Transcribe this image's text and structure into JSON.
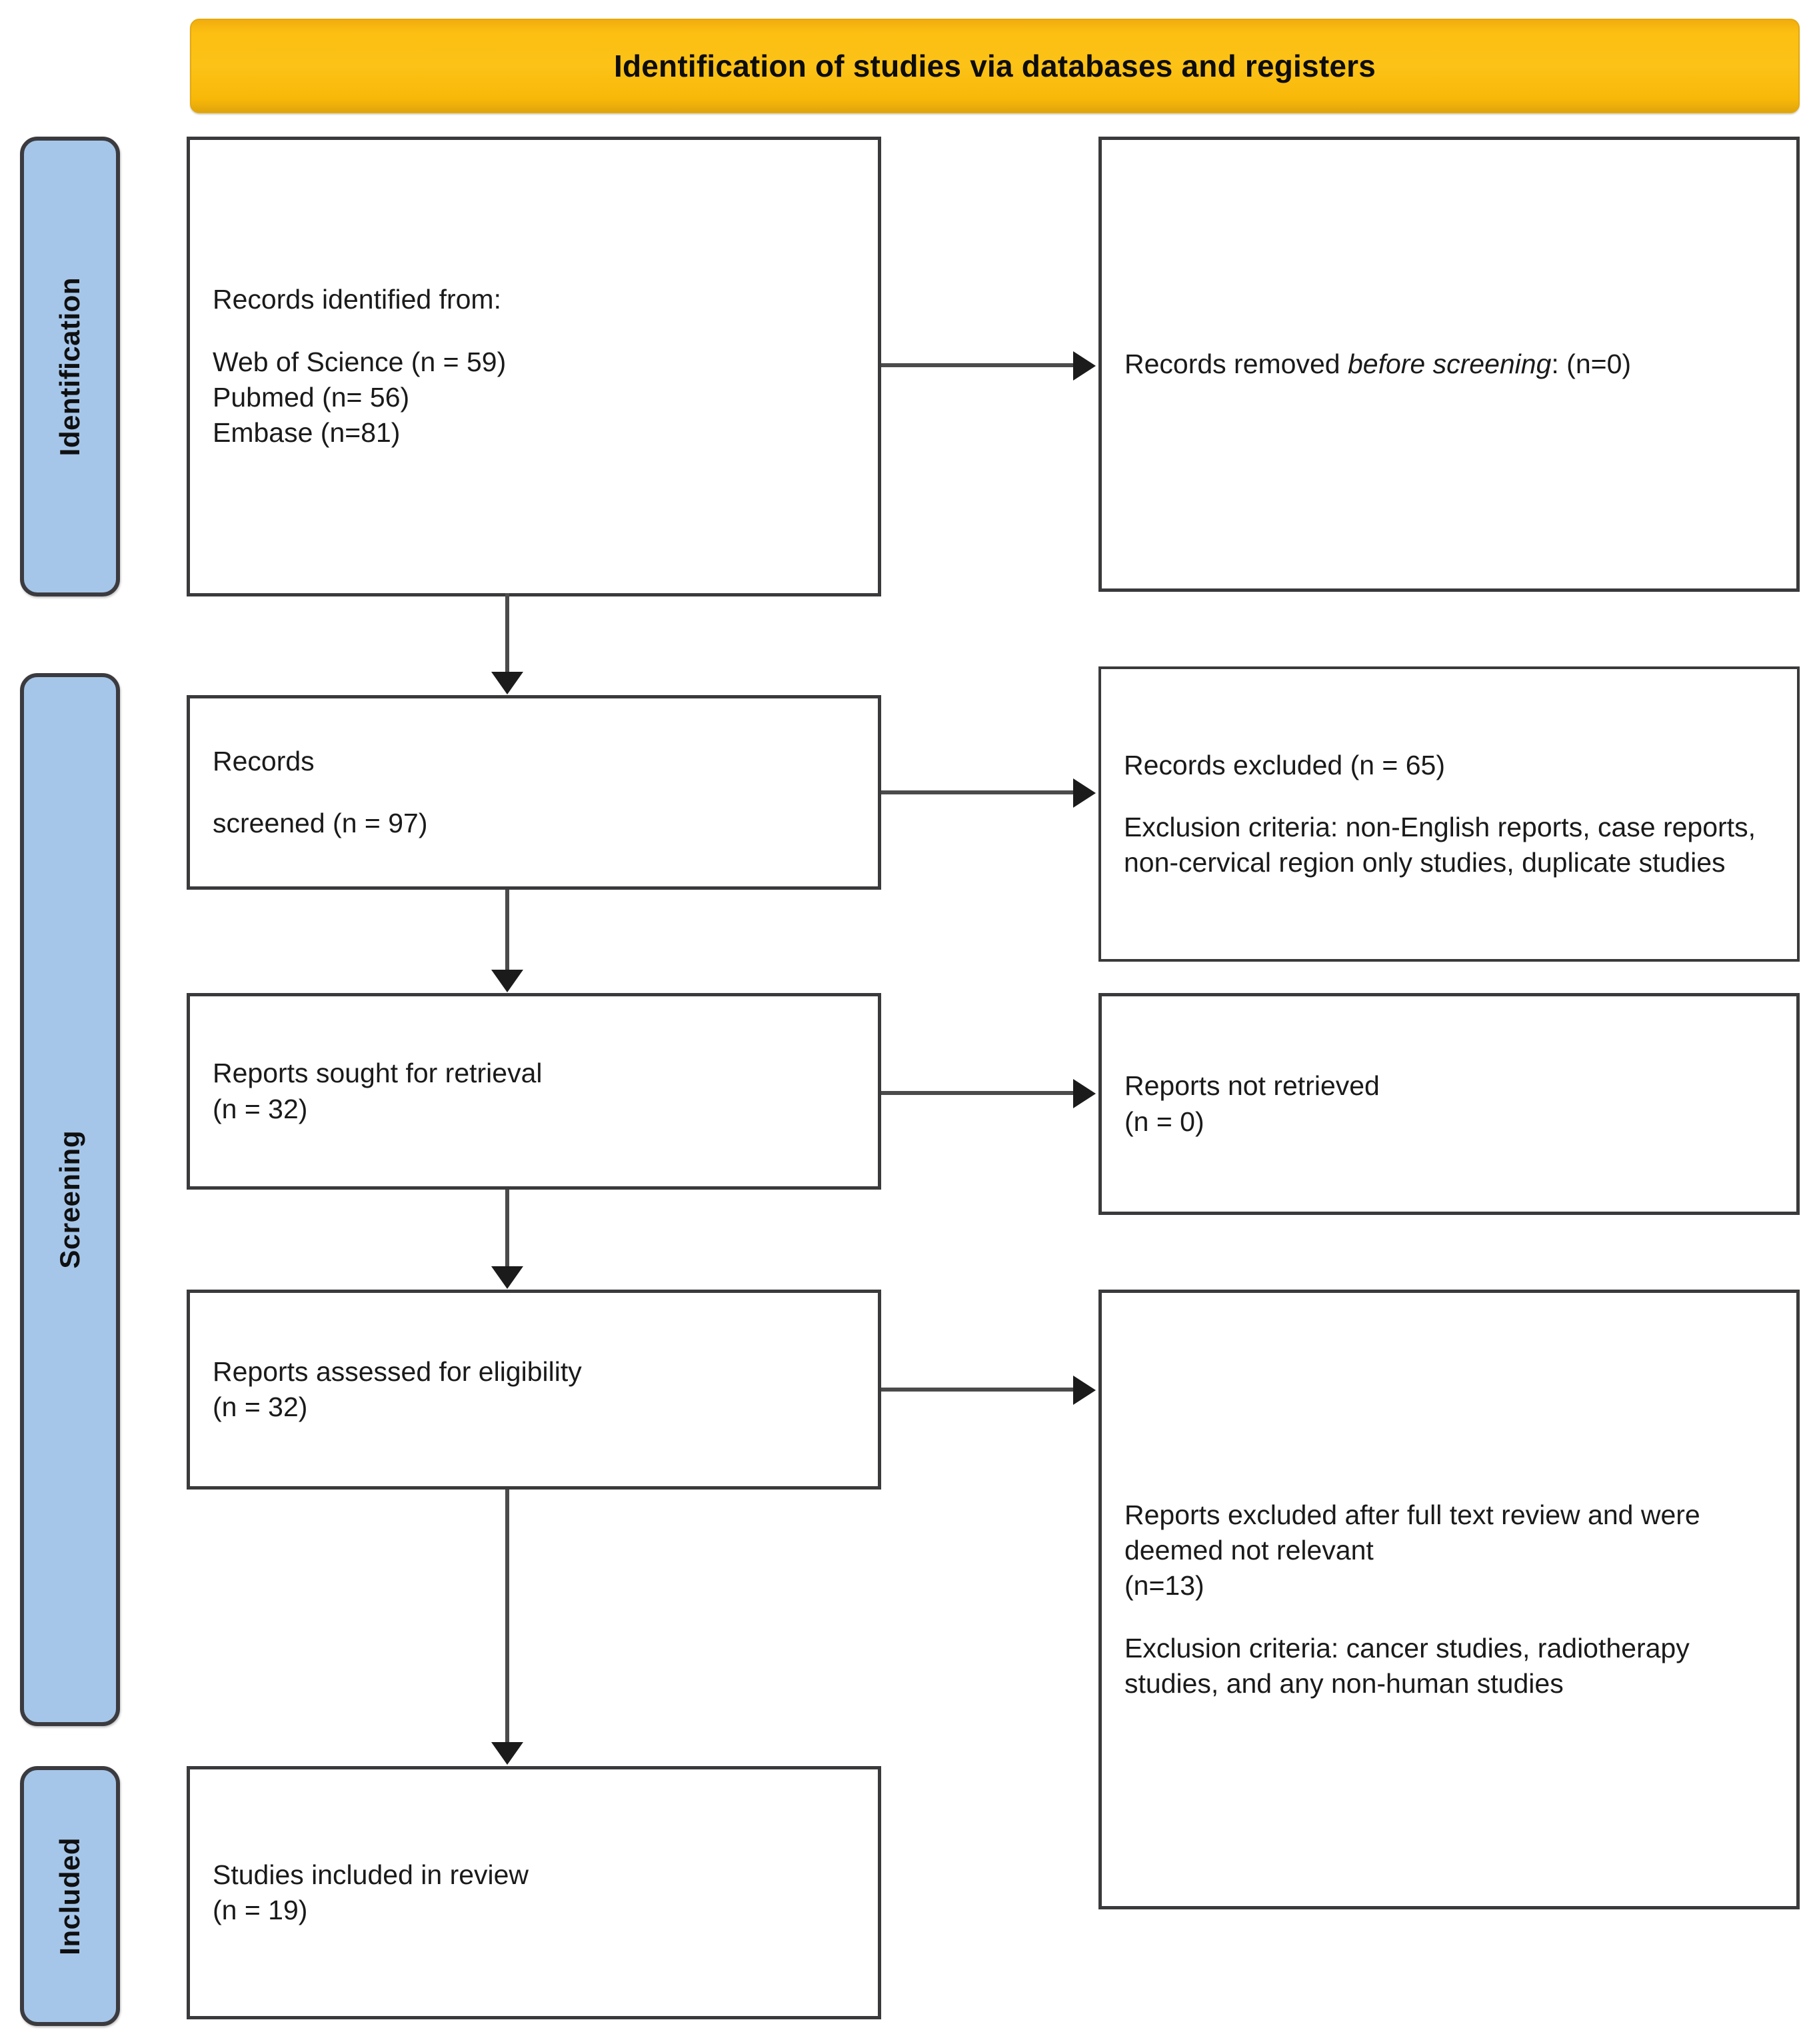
{
  "diagram": {
    "type": "prisma-flow-diagram",
    "banner_title": "Identification of studies via databases and registers",
    "accent_color": "#fcc217",
    "phase_color": "#a5c6e9",
    "border_color": "#3a3a3c"
  },
  "phases": [
    {
      "id": "identification",
      "label": "Identification"
    },
    {
      "id": "screening",
      "label": "Screening"
    },
    {
      "id": "included",
      "label": "Included"
    }
  ],
  "boxes": {
    "identified": {
      "line1": "Records identified from:",
      "line2": "Web of Science (n = 59)",
      "line3": "Pubmed (n= 56)",
      "line4": "Embase (n=81)"
    },
    "removed": {
      "lead": "Records removed ",
      "emphasis": "before screening",
      "trail": ": (n=0)"
    },
    "screened": {
      "line1": "Records",
      "line2": "screened (n = 97)"
    },
    "excluded": {
      "line1": "Records excluded (n = 65)",
      "line2": "Exclusion criteria: non-English reports, case reports, non-cervical region only studies, duplicate studies"
    },
    "sought": {
      "line1": "Reports sought for retrieval",
      "line2": "(n = 32)"
    },
    "not_retrieved": {
      "line1": "Reports not retrieved",
      "line2": "(n = 0)"
    },
    "assessed": {
      "line1": "Reports assessed for eligibility",
      "line2": "(n = 32)"
    },
    "full_excluded": {
      "line1": "Reports excluded after full text review and were deemed not relevant",
      "line2": "(n=13)",
      "line3": "Exclusion criteria: cancer studies, radiotherapy studies, and any non-human studies"
    },
    "included": {
      "line1": "Studies included in review",
      "line2": "(n = 19)"
    }
  },
  "counts": {
    "web_of_science": 59,
    "pubmed": 56,
    "embase": 81,
    "removed_before_screening": 0,
    "records_screened": 97,
    "records_excluded": 65,
    "reports_sought": 32,
    "reports_not_retrieved": 0,
    "reports_assessed": 32,
    "reports_excluded_full_text": 13,
    "studies_included": 19
  }
}
